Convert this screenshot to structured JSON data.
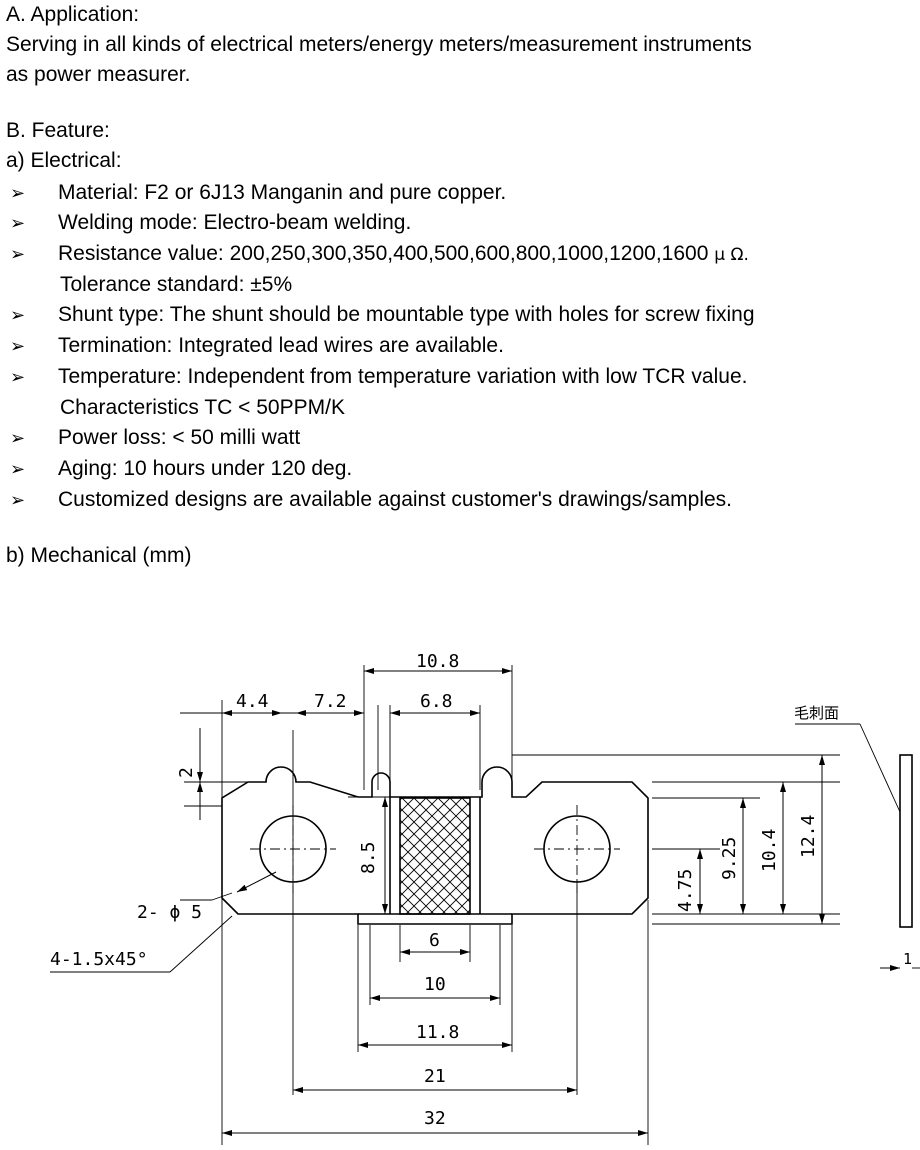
{
  "section_a": {
    "heading": "A.  Application:",
    "line1": "Serving in all kinds of electrical meters/energy meters/measurement instruments",
    "line2": "as power measurer."
  },
  "section_b": {
    "heading": "B.  Feature:",
    "electrical_heading": "a)   Electrical:",
    "bullet_glyph": "➢",
    "items": [
      {
        "text": "Material: F2 or 6J13 Manganin and pure copper."
      },
      {
        "text": "Welding mode: Electro-beam welding."
      },
      {
        "text": "Resistance value: 200,250,300,350,400,500,600,800,1000,1200,1600",
        "unit": "μ Ω.",
        "cont": "Tolerance standard: ±5%"
      },
      {
        "text": "Shunt type: The shunt should be mountable type with holes for screw fixing"
      },
      {
        "text": "Termination: Integrated lead wires are available."
      },
      {
        "text": "Temperature: Independent from temperature variation with low TCR value.",
        "cont": "Characteristics   TC < 50PPM/K"
      },
      {
        "text": "Power loss:  < 50 milli watt"
      },
      {
        "text": "Aging: 10 hours under 120 deg."
      },
      {
        "text": "Customized designs are available against customer's drawings/samples."
      }
    ],
    "mechanical_heading": "b) Mechanical (mm)"
  },
  "drawing": {
    "dims": {
      "d10_8": "10.8",
      "d4_4": "4.4",
      "d7_2": "7.2",
      "d6_8": "6.8",
      "d2": "2",
      "d8_5": "8.5",
      "d2phi5": "2- ϕ 5",
      "d4chamfer": "4-1.5x45°",
      "d6": "6",
      "d10": "10",
      "d11_8": "11.8",
      "d21": "21",
      "d32": "32",
      "d4_75": "4.75",
      "d9_25": "9.25",
      "d10_4": "10.4",
      "d12_4": "12.4",
      "d1": "1",
      "burr": "毛刺面"
    }
  }
}
